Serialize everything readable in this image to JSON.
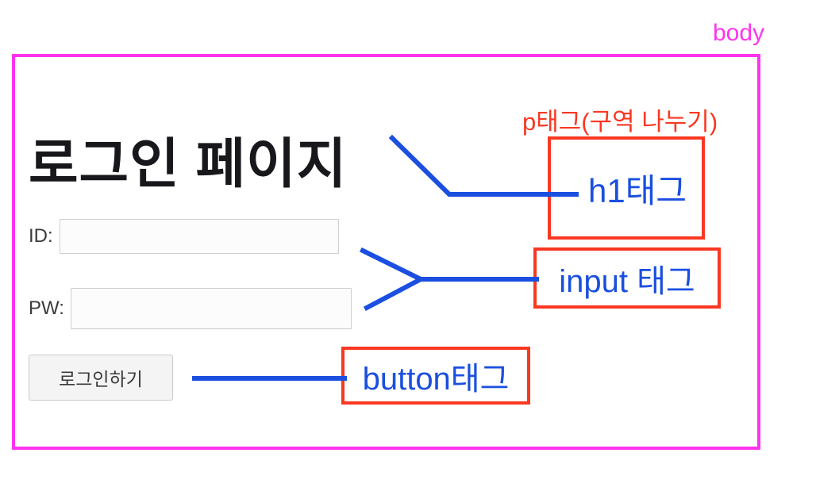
{
  "annotation_diagram": {
    "title": "HTML tag structure annotation over a login page mockup",
    "colors": {
      "body_outline": "#FF33EE",
      "annotation_box": "#F93822",
      "annotation_text": "#1A4FE0",
      "page_background": "#FFFFFF"
    },
    "body_label": "body",
    "labels": {
      "p_tag": "p태그(구역 나누기)",
      "h1_tag": "h1태그",
      "input_tag": "input 태그",
      "button_tag": "button태그"
    }
  },
  "login_page": {
    "heading": "로그인 페이지",
    "fields": [
      {
        "label": "ID:",
        "value": "",
        "placeholder": ""
      },
      {
        "label": "PW:",
        "value": "",
        "placeholder": ""
      }
    ],
    "submit_label": "로그인하기"
  }
}
